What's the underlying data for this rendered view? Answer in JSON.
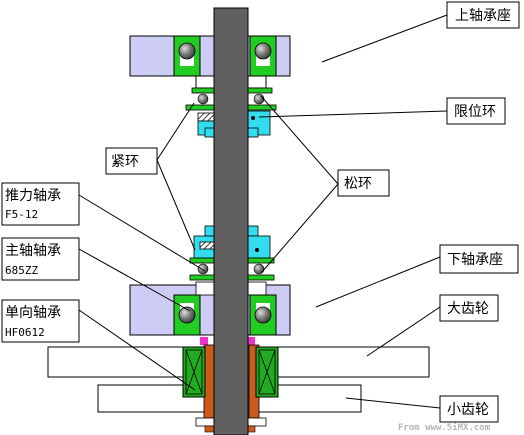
{
  "labels": {
    "upper_bearing_seat": "上轴承座",
    "limit_ring": "限位环",
    "tight_ring": "紧环",
    "loose_ring": "松环",
    "thrust_bearing": "推力轴承",
    "thrust_bearing_model": "F5-12",
    "main_bearing": "主轴轴承",
    "main_bearing_model": "685ZZ",
    "lower_bearing_seat": "下轴承座",
    "one_way_bearing": "单向轴承",
    "one_way_bearing_model": "HF0612",
    "large_gear": "大齿轮",
    "small_gear": "小齿轮"
  },
  "watermark": "From www.5iMX.com",
  "colors": {
    "shaft": "#606060",
    "bearing_seat": "#ccccf5",
    "bearing_green": "#22cc22",
    "ring_cyan": "#33ddee",
    "bushing_orange": "#cc5a1a",
    "one_way_green": "#22aa22",
    "magenta": "#ee33cc",
    "gear": "#ffffff"
  }
}
